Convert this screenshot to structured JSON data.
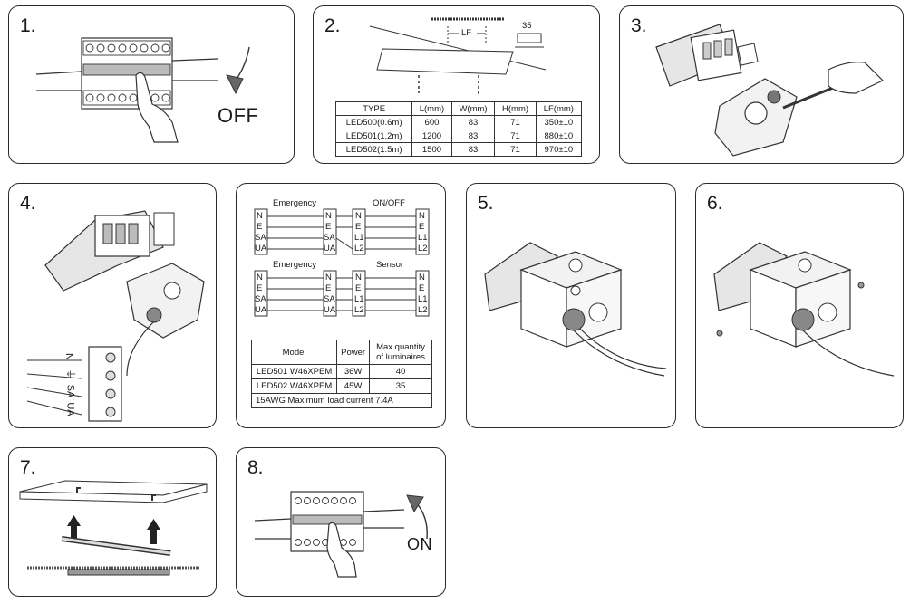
{
  "steps": {
    "s1": "1.",
    "s2": "2.",
    "s3": "3.",
    "s4": "4.",
    "s5": "5.",
    "s6": "6.",
    "s7": "7.",
    "s8": "8."
  },
  "power": {
    "off": "OFF",
    "on": "ON"
  },
  "dimension": {
    "lf": "LF",
    "width_value": "35"
  },
  "spec_table": {
    "headers": [
      "TYPE",
      "L(mm)",
      "W(mm)",
      "H(mm)",
      "LF(mm)"
    ],
    "rows": [
      [
        "LED500(0.6m)",
        "600",
        "83",
        "71",
        "350±10"
      ],
      [
        "LED501(1.2m)",
        "1200",
        "83",
        "71",
        "880±10"
      ],
      [
        "LED502(1.5m)",
        "1500",
        "83",
        "71",
        "970±10"
      ]
    ]
  },
  "wiring": {
    "top_left_title": "Emergency",
    "top_right_title": "ON/OFF",
    "bottom_left_title": "Emergency",
    "bottom_right_title": "Sensor",
    "emergency_terminals": [
      "N",
      "E",
      "SA",
      "UA"
    ],
    "switch_terminals": [
      "N",
      "E",
      "L1",
      "L2"
    ]
  },
  "connector_labels": [
    "N",
    "⏚",
    "SA",
    "UA"
  ],
  "luminaire_table": {
    "headers": [
      "Model",
      "Power",
      "Max quantity of luminaires"
    ],
    "rows": [
      [
        "LED501 W46XPEM",
        "36W",
        "40"
      ],
      [
        "LED502 W46XPEM",
        "45W",
        "35"
      ]
    ],
    "note": "15AWG Maximum load current 7.4A"
  }
}
